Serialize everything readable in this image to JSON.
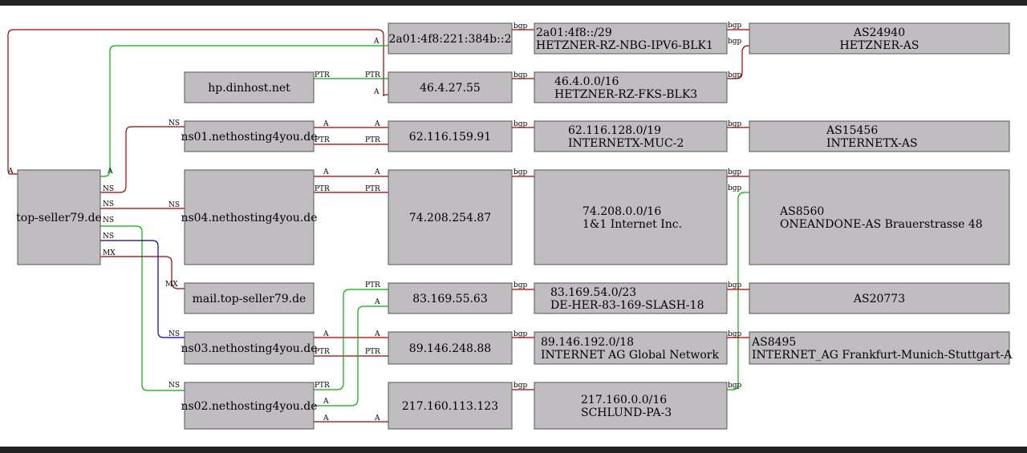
{
  "colors": {
    "node_fill": "#c0bdc0",
    "node_border": "#555555",
    "edge_red": "#a00000",
    "edge_green": "#00b000",
    "edge_blue": "#000090",
    "frame": "#222222"
  },
  "nodes": {
    "top_seller": [
      "top-seller79.de"
    ],
    "hp_dinhost": [
      "hp.dinhost.net"
    ],
    "ns01": [
      "ns01.nethosting4you.de"
    ],
    "ns04": [
      "ns04.nethosting4you.de"
    ],
    "mail": [
      "mail.top-seller79.de"
    ],
    "ns03": [
      "ns03.nethosting4you.de"
    ],
    "ns02": [
      "ns02.nethosting4you.de"
    ],
    "ip_v6": [
      "2a01:4f8:221:384b::2"
    ],
    "ip_46": [
      "46.4.27.55"
    ],
    "ip_62": [
      "62.116.159.91"
    ],
    "ip_74": [
      "74.208.254.87"
    ],
    "ip_83": [
      "83.169.55.63"
    ],
    "ip_89": [
      "89.146.248.88"
    ],
    "ip_217": [
      "217.160.113.123"
    ],
    "net_v6": [
      "2a01:4f8::/29",
      "HETZNER-RZ-NBG-IPV6-BLK1"
    ],
    "net_46": [
      "46.4.0.0/16",
      "HETZNER-RZ-FKS-BLK3"
    ],
    "net_62": [
      "62.116.128.0/19",
      "INTERNETX-MUC-2"
    ],
    "net_74": [
      "74.208.0.0/16",
      "1&1 Internet Inc."
    ],
    "net_83": [
      "83.169.54.0/23",
      "DE-HER-83-169-SLASH-18"
    ],
    "net_89": [
      "89.146.192.0/18",
      "INTERNET AG Global Network"
    ],
    "net_217": [
      "217.160.0.0/16",
      "SCHLUND-PA-3"
    ],
    "as_24940": [
      "AS24940",
      "HETZNER-AS"
    ],
    "as_15456": [
      "AS15456",
      "INTERNETX-AS"
    ],
    "as_8560": [
      "AS8560",
      "ONEANDONE-AS Brauerstrasse 48"
    ],
    "as_20773": [
      "AS20773"
    ],
    "as_8495": [
      "AS8495",
      "INTERNET_AG Frankfurt-Munich-Stuttgart-A"
    ]
  },
  "edge_labels": {
    "a": "A",
    "ns": "NS",
    "mx": "MX",
    "ptr": "PTR",
    "bgp": "bgp"
  }
}
